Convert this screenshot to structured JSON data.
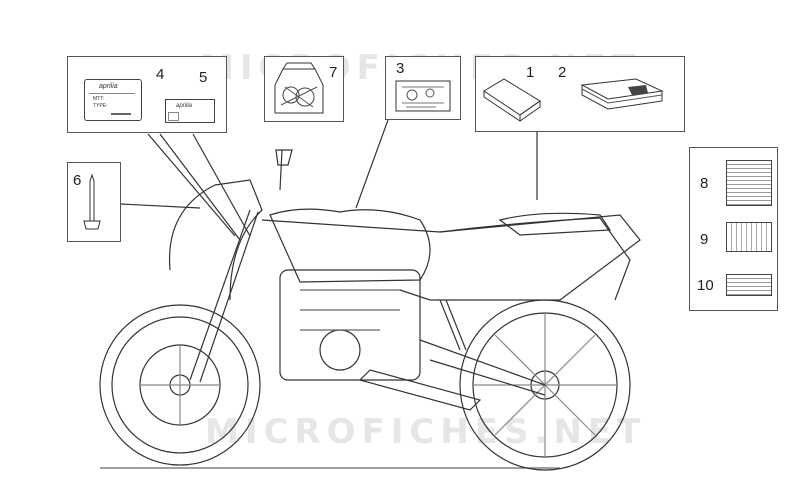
{
  "watermark": "MICROFICHES.NET",
  "callouts": [
    "1",
    "2",
    "3",
    "4",
    "5",
    "6",
    "7",
    "8",
    "9",
    "10"
  ],
  "label_texts": {
    "brand": "aprilia",
    "type": "TYPE:",
    "mtt": "MTT:"
  },
  "colors": {
    "line": "#333333",
    "box": "#555555",
    "watermark": "#e6e6e6"
  },
  "icons": [
    "motorcycle-diagram",
    "document-pouch-icon",
    "manual-books-icon",
    "chassis-plate-icon",
    "label-sticker-icon",
    "screw-icon",
    "toolkit-icon",
    "diagram-decal-icon",
    "warning-decal-icon"
  ]
}
